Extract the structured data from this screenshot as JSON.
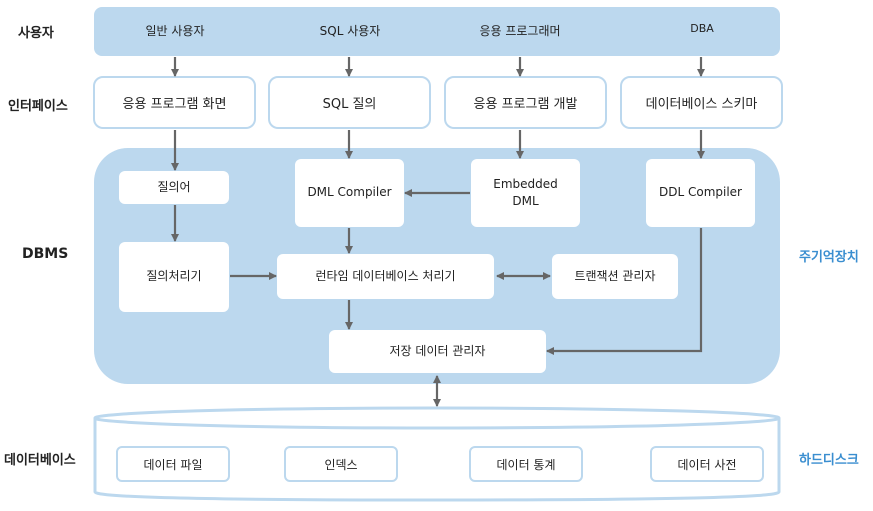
{
  "rows": {
    "users": "사용자",
    "interface": "인터페이스",
    "dbms": "DBMS",
    "database": "데이터베이스"
  },
  "right_labels": {
    "main_memory": "주기억장치",
    "hard_disk": "하드디스크"
  },
  "users": [
    "일반 사용자",
    "SQL 사용자",
    "응용 프로그래머",
    "DBA"
  ],
  "interfaces": [
    "응용 프로그램 화면",
    "SQL 질의",
    "응용 프로그램 개발",
    "데이터베이스 스키마"
  ],
  "dbms_components": {
    "query": "질의어",
    "query_processor": "질의처리기",
    "dml_compiler": "DML Compiler",
    "embedded_dml": "Embedded\nDML",
    "ddl_compiler": "DDL Compiler",
    "runtime_processor": "런타임 데이터베이스 처리기",
    "transaction_manager": "트랜잭션 관리자",
    "storage_manager": "저장 데이터 관리자"
  },
  "storage": [
    "데이터 파일",
    "인덱스",
    "데이터 통계",
    "데이터 사전"
  ],
  "colors": {
    "band": "#bcd8ee",
    "accent_text": "#3a8ed0",
    "arrow": "#666666"
  }
}
